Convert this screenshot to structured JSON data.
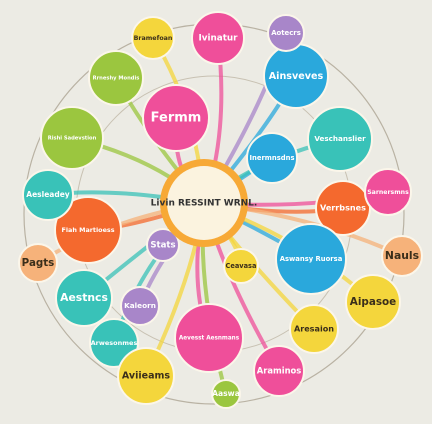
{
  "colors": {
    "background": "#ecebe4",
    "pink": "#ef4f9a",
    "orange": "#f4692e",
    "yellow": "#f4d63c",
    "teal": "#39c2b8",
    "blue": "#2aa8dc",
    "green": "#9bc63f",
    "purple": "#a886c9",
    "peach": "#f6b27a"
  },
  "center": {
    "label": "Livin RESSINT WRNL."
  },
  "nodes": [
    {
      "label": "Fermm",
      "color": "pink"
    },
    {
      "label": "Inermnsdns",
      "color": "blue"
    },
    {
      "label": "Veschanslier",
      "color": "teal"
    },
    {
      "label": "Ivinatur",
      "color": "pink"
    },
    {
      "label": "Rrneshy Mondis",
      "color": "green"
    },
    {
      "label": "Bramefoan",
      "color": "yellow"
    },
    {
      "label": "Fiah Martioess",
      "color": "orange"
    },
    {
      "label": "Ainsveves",
      "color": "blue"
    },
    {
      "label": "Aesleadey",
      "color": "teal"
    },
    {
      "label": "Verrbsnes",
      "color": "orange"
    },
    {
      "label": "Aswansy Ruorsa",
      "color": "blue"
    },
    {
      "label": "Aipasoe",
      "color": "yellow"
    },
    {
      "label": "Aevesst Aesnmans",
      "color": "pink"
    },
    {
      "label": "Rishi Sadevstion",
      "color": "green"
    },
    {
      "label": "Arwesonmes",
      "color": "teal"
    },
    {
      "label": "Sarnersmns",
      "color": "pink"
    },
    {
      "label": "Pagts",
      "color": "peach"
    },
    {
      "label": "Aotecrs",
      "color": "purple"
    },
    {
      "label": "Aestncs",
      "color": "teal"
    },
    {
      "label": "Aviieams",
      "color": "yellow"
    },
    {
      "label": "Aresaion",
      "color": "yellow"
    },
    {
      "label": "Ceavasa",
      "color": "yellow"
    },
    {
      "label": "Araminos",
      "color": "pink"
    },
    {
      "label": "Nauls",
      "color": "peach"
    },
    {
      "label": "Kaleorn",
      "color": "purple"
    },
    {
      "label": "Stats",
      "color": "purple"
    },
    {
      "label": "Aaswa",
      "color": "green"
    }
  ]
}
